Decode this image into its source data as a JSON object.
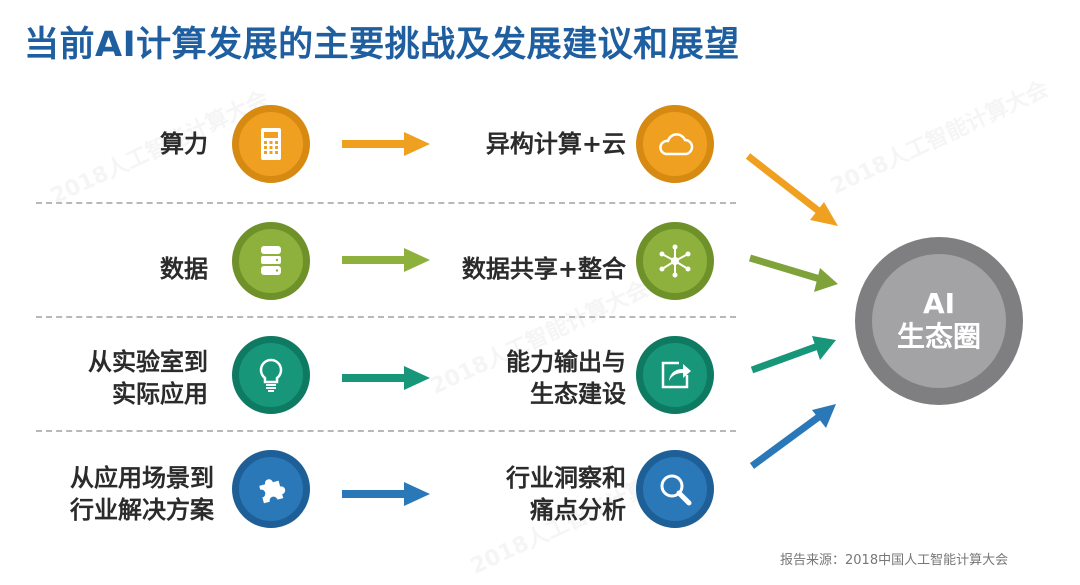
{
  "title": "当前AI计算发展的主要挑战及发展建议和展望",
  "rows": [
    {
      "challenge": "算力",
      "challenge_icon": "calculator-icon",
      "solution": "异构计算+云",
      "solution_icon": "cloud-icon",
      "color": "#f0a020",
      "ring": "#d68a12"
    },
    {
      "challenge": "数据",
      "challenge_icon": "database-icon",
      "solution": "数据共享+整合",
      "solution_icon": "network-nodes-icon",
      "color": "#8db13c",
      "ring": "#6f9129"
    },
    {
      "challenge_line1": "从实验室到",
      "challenge_line2": "实际应用",
      "challenge_icon": "lightbulb-icon",
      "solution_line1": "能力输出与",
      "solution_line2": "生态建设",
      "solution_icon": "share-export-icon",
      "color": "#17967a",
      "ring": "#0f7a62"
    },
    {
      "challenge_line1": "从应用场景到",
      "challenge_line2": "行业解决方案",
      "challenge_icon": "puzzle-icon",
      "solution_line1": "行业洞察和",
      "solution_line2": "痛点分析",
      "solution_icon": "magnifier-icon",
      "color": "#2a78b8",
      "ring": "#1d5f96"
    }
  ],
  "hub": {
    "line1": "AI",
    "line2": "生态圈",
    "color": "#8a8a8c"
  },
  "watermark": "2018人工智能计算大会",
  "source": "报告来源：2018中国人工智能计算大会"
}
